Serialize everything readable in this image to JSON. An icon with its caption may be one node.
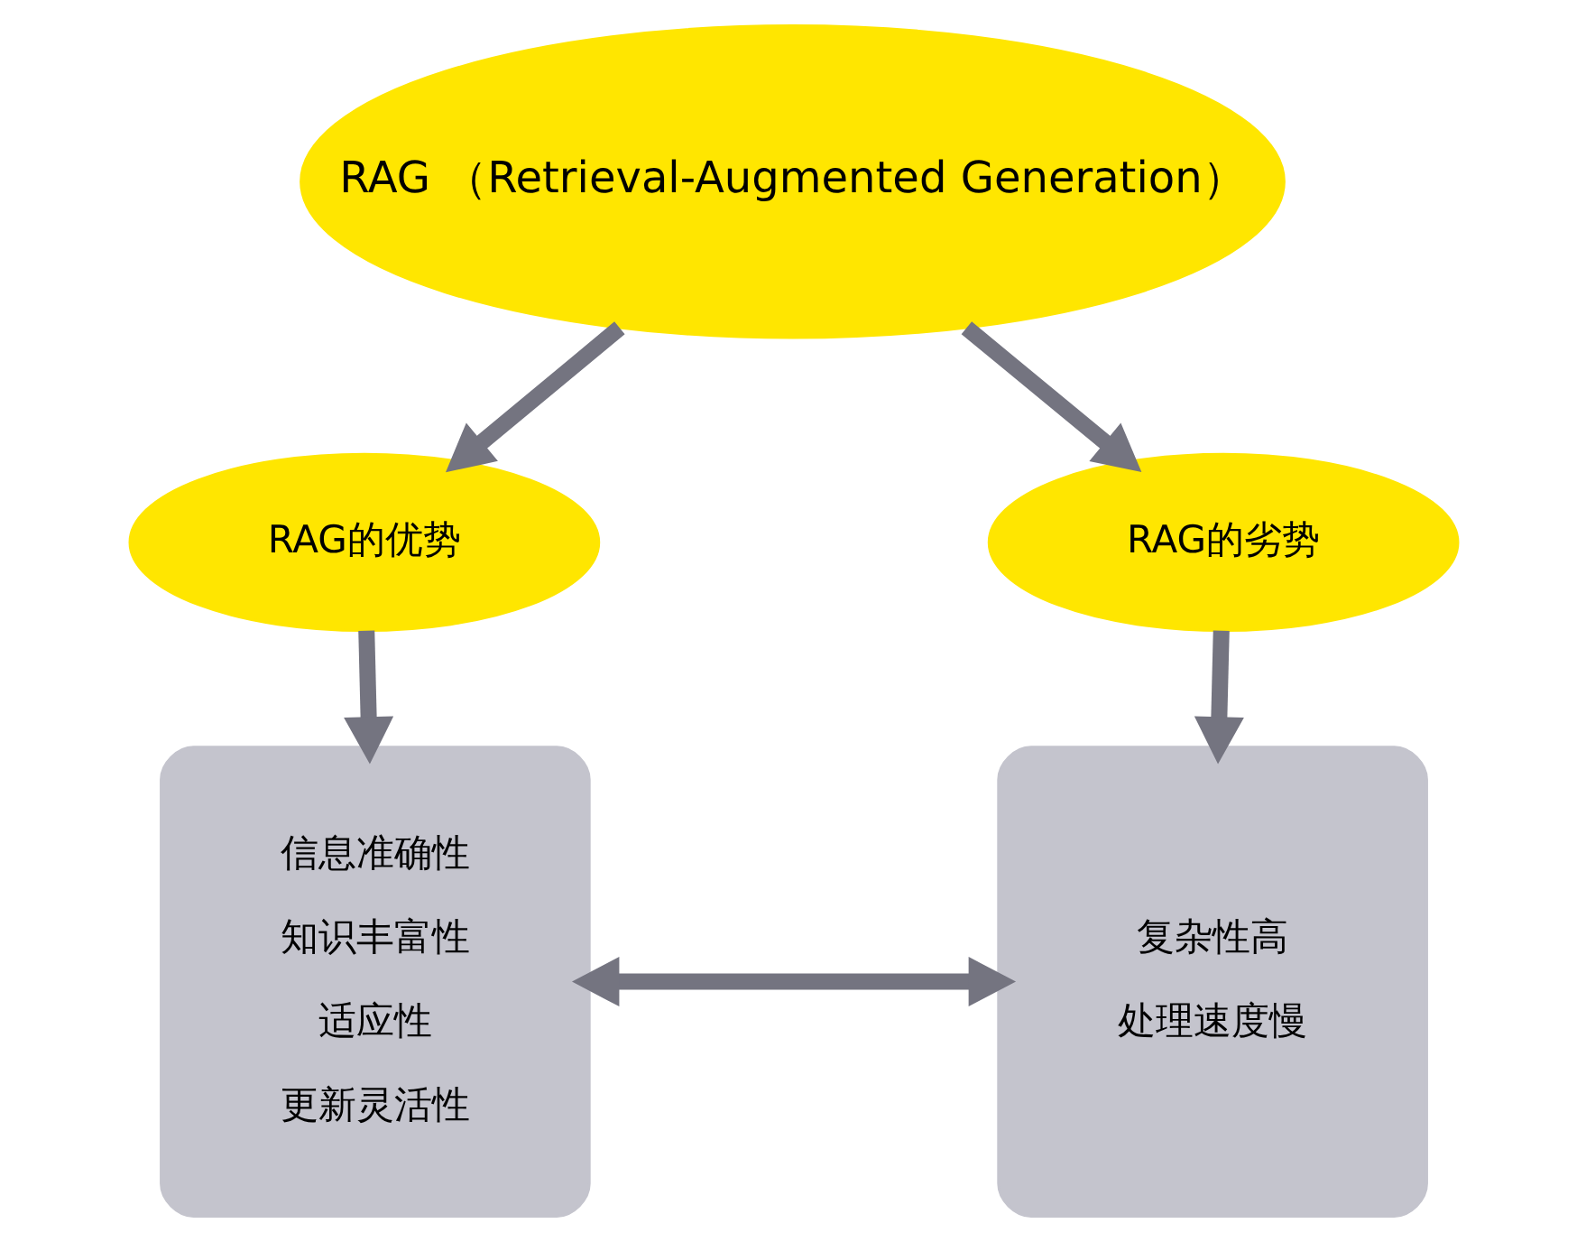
{
  "diagram": {
    "nodes": [
      {
        "text": [
          "RAG （Retrieval-Augmented Generation）"
        ]
      },
      {
        "text": [
          "RAG的优势"
        ]
      },
      {
        "text": [
          "信息准确性",
          "知识丰富性",
          "适应性",
          "更新灵活性"
        ]
      },
      {
        "text": [
          "RAG的劣势"
        ]
      },
      {
        "text": [
          "复杂性高",
          "处理速度慢"
        ]
      }
    ],
    "edges": [
      {
        "from": 0,
        "to": 1,
        "arrow": "to"
      },
      {
        "from": 0,
        "to": 3,
        "arrow": "to"
      },
      {
        "from": 1,
        "to": 2,
        "arrow": "to"
      },
      {
        "from": 3,
        "to": 4,
        "arrow": "to"
      },
      {
        "from": 2,
        "to": 4,
        "arrow": "both"
      }
    ]
  }
}
